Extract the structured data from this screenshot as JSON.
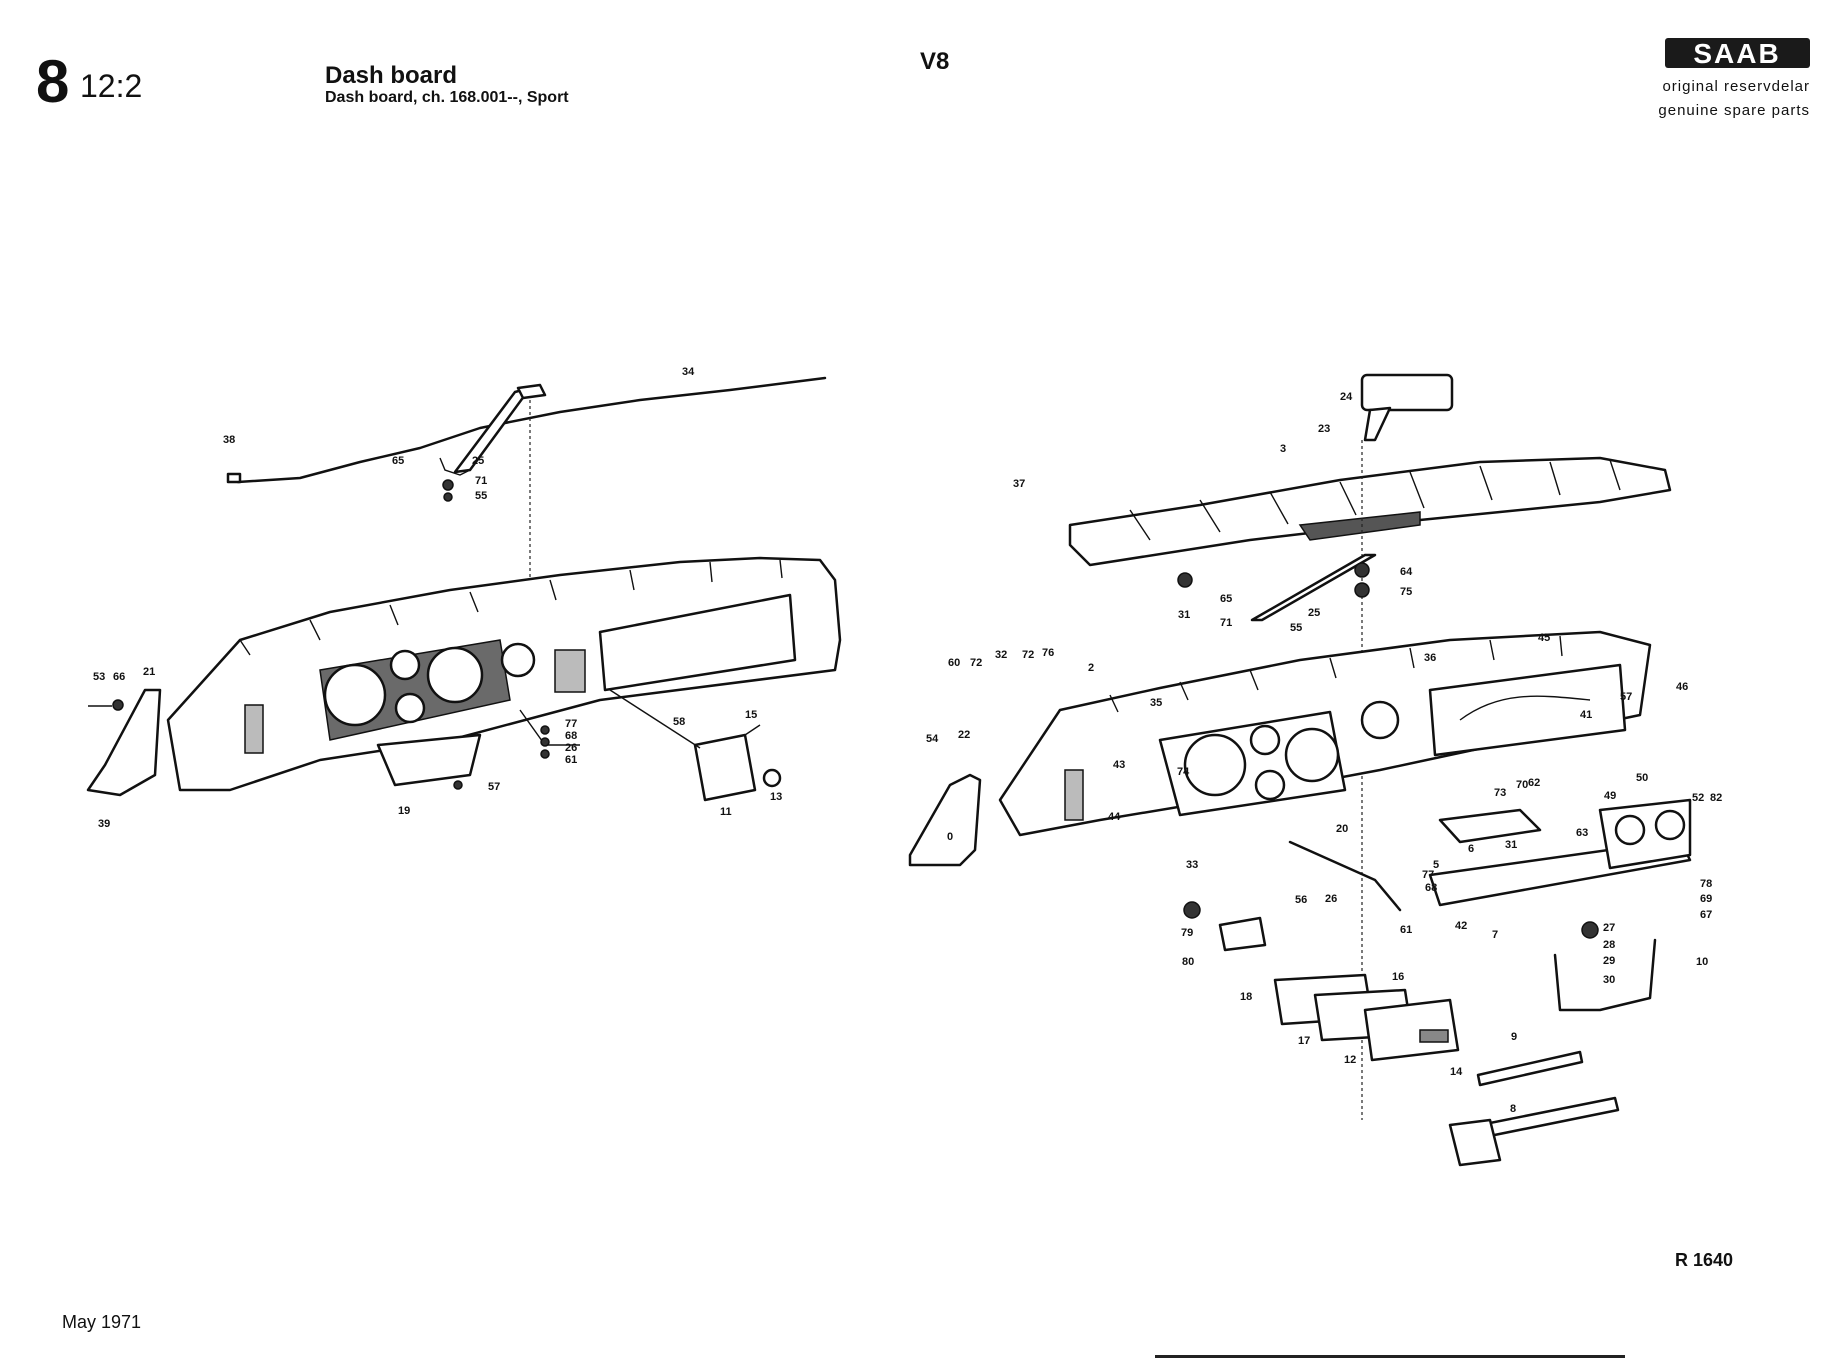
{
  "header": {
    "section_number": "8",
    "section_sub": "12:2",
    "title": "Dash board",
    "subtitle": "Dash board, ch. 168.001--, Sport",
    "model": "V8"
  },
  "brand": {
    "logo": "SAAB",
    "line1": "original reservdelar",
    "line2": "genuine spare parts"
  },
  "diagram": {
    "left_callouts": [
      "34",
      "38",
      "65",
      "25",
      "71",
      "55",
      "53",
      "66",
      "21",
      "39",
      "77",
      "68",
      "26",
      "61",
      "57",
      "19",
      "58",
      "15",
      "11",
      "13"
    ],
    "right_callouts": [
      "24",
      "23",
      "3",
      "37",
      "31",
      "64",
      "75",
      "65",
      "71",
      "55",
      "25",
      "60",
      "72",
      "32",
      "72",
      "76",
      "2",
      "54",
      "22",
      "0",
      "35",
      "36",
      "45",
      "46",
      "41",
      "57",
      "43",
      "44",
      "74",
      "33",
      "20",
      "62",
      "70",
      "73",
      "31",
      "63",
      "49",
      "50",
      "52",
      "82",
      "6",
      "5",
      "77",
      "68",
      "61",
      "56",
      "26",
      "78",
      "69",
      "67",
      "79",
      "80",
      "42",
      "7",
      "27",
      "28",
      "29",
      "30",
      "10",
      "18",
      "16",
      "17",
      "12",
      "14",
      "9",
      "8"
    ]
  },
  "reference": "R 1640",
  "date": "May 1971"
}
